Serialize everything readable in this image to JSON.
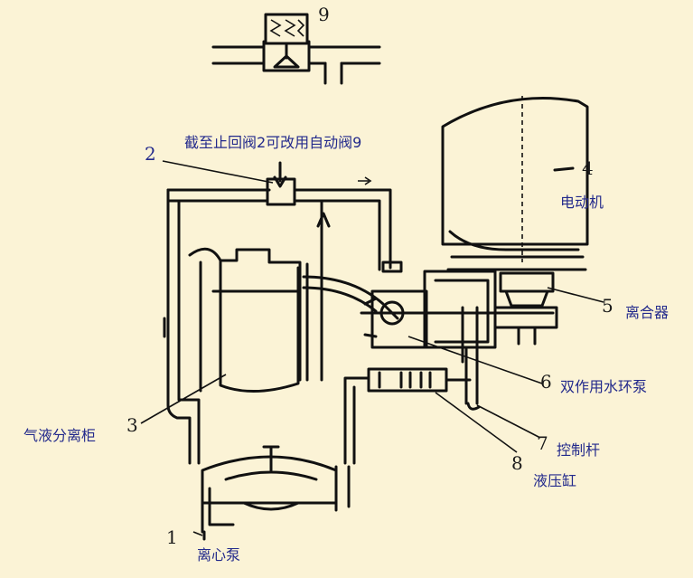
{
  "diagram": {
    "components": {
      "num_9": "9",
      "num_2": "2",
      "num_3": "3",
      "num_4": "4",
      "num_5": "5",
      "num_6": "6",
      "num_7": "7",
      "num_8": "8",
      "num_1": "1"
    },
    "labels": {
      "valve": "截至止回阀2可改用自动阀9",
      "motor": "电动机",
      "clutch": "离合器",
      "pump": "双作用水环泵",
      "separator": "气液分离柜",
      "lever": "控制杆",
      "cylinder": "液压缸",
      "centrifugal": "离心泵"
    }
  }
}
